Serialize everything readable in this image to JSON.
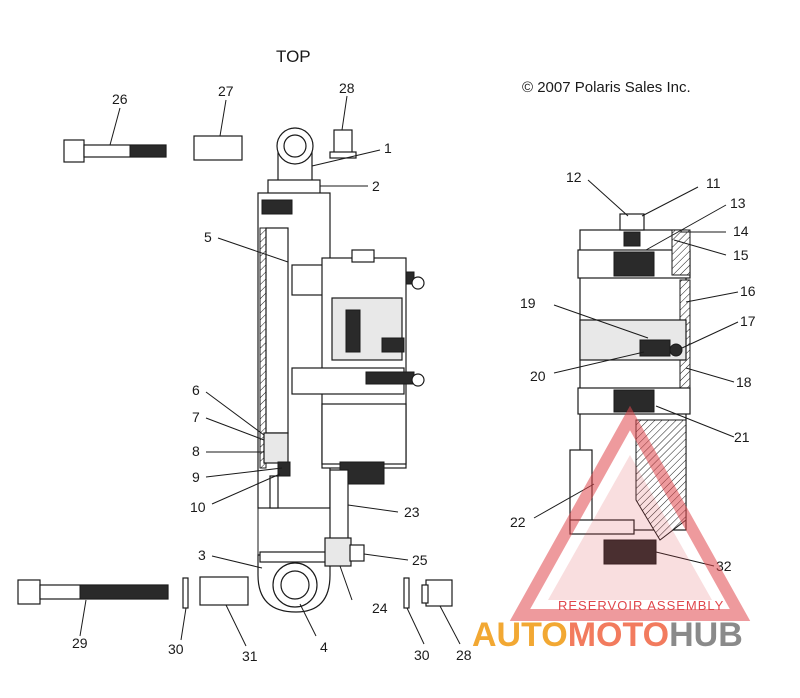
{
  "title": "TOP",
  "copyright": "© 2007 Polaris Sales Inc.",
  "callouts": [
    "1",
    "2",
    "3",
    "4",
    "5",
    "6",
    "7",
    "8",
    "9",
    "10",
    "11",
    "12",
    "13",
    "14",
    "15",
    "16",
    "17",
    "18",
    "19",
    "20",
    "21",
    "22",
    "23",
    "24",
    "25",
    "26",
    "27",
    "28",
    "29",
    "30",
    "31",
    "32"
  ],
  "watermark": {
    "caption": "RESERVOIR ASSEMBLY",
    "part1": "AUTO",
    "part2": "MOTO",
    "part3": "HUB",
    "colors": {
      "auto": "#f2a833",
      "moto": "#f27b5e",
      "hub": "#8a8a8a",
      "triangle": "#e0474c"
    }
  }
}
